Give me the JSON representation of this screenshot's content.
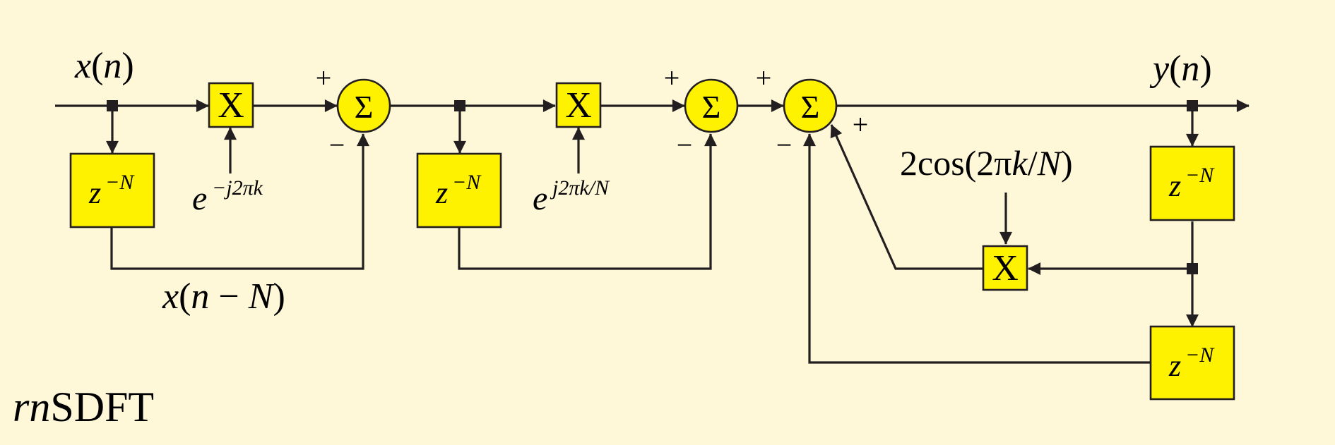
{
  "diagram": {
    "caption": {
      "italic": "rn",
      "roman": "SDFT"
    },
    "signals": {
      "input": {
        "name": "x",
        "open": "(",
        "arg": "n",
        "close": ")"
      },
      "output": {
        "name": "y",
        "open": "(",
        "arg": "n",
        "close": ")"
      },
      "delayed": {
        "name": "x",
        "open": "(",
        "arg": "n",
        "minus": " − ",
        "arg2": "N",
        "close": ")"
      }
    },
    "delay": {
      "base": "z",
      "exponent": "−N"
    },
    "multiplier_symbol": "X",
    "sum_symbol": "Σ",
    "signs": {
      "plus": "+",
      "minus": "−"
    },
    "coefficients": {
      "stage1": {
        "base": "e",
        "exponent": "−j2πk"
      },
      "stage2": {
        "base": "e",
        "exponent": "j2πk/N"
      },
      "resonator": {
        "pre": "2cos(2π",
        "k": "k",
        "slash": "/",
        "N": "N",
        "post": ")"
      }
    }
  }
}
